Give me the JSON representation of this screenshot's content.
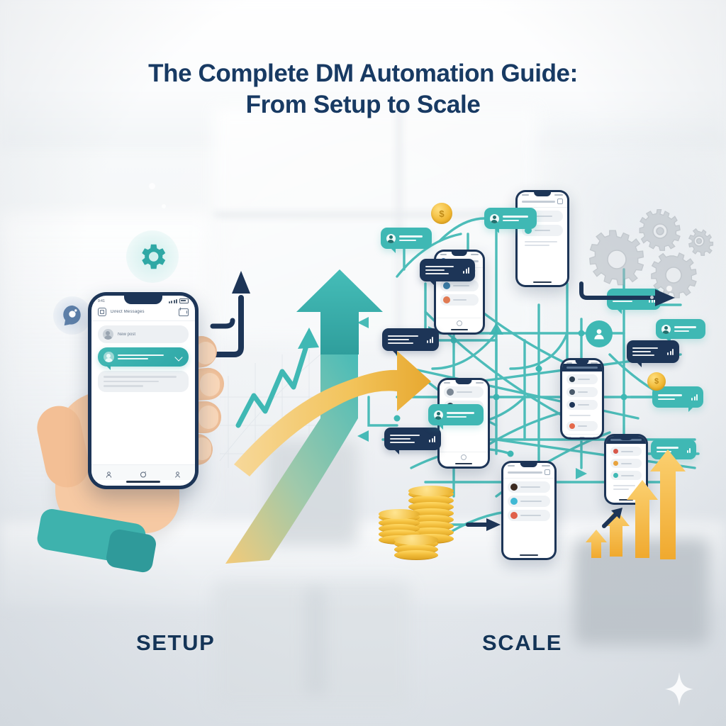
{
  "headline": {
    "line1": "The Complete DM Automation Guide:",
    "line2": "From Setup to Scale",
    "color": "#183a63"
  },
  "stage_labels": {
    "left": "SETUP",
    "right": "SCALE"
  },
  "palette": {
    "navy": "#1d3557",
    "headline_navy": "#183a63",
    "teal": "#3fb8b4",
    "teal_dark": "#2f9a9a",
    "gold": "#f0b631",
    "gold_light": "#ffd966",
    "gray_gear": "#a8b0b8",
    "skin": "#f6c9a3",
    "background": "#eef1f4"
  },
  "left_panel": {
    "name": "setup-stage",
    "gear_icon": "gear-icon",
    "chat_icon": "chat-bubble-icon",
    "phone": {
      "status_time": "9:41",
      "header_title": "Direct Messages",
      "header_icon": "messages-square-icon",
      "compose_icon": "envelope-icon",
      "rows": [
        {
          "type": "plain",
          "text": "New post"
        },
        {
          "type": "highlight",
          "text": "",
          "trailing_icon": "chevron-down-icon"
        },
        {
          "type": "skeleton",
          "text": ""
        }
      ],
      "tabs": [
        "profile-icon",
        "camera-icon",
        "contact-icon"
      ]
    }
  },
  "arrows": {
    "hook": {
      "name": "navy-hook-arrow",
      "color": "#1d3557"
    },
    "growth_line": {
      "name": "teal-zigzag-growth-line",
      "color": "#3fb8b4"
    },
    "big_up": {
      "name": "teal-up-arrow",
      "color": "#3fb8b4"
    },
    "curve_right": {
      "name": "gold-curved-arrow",
      "color": "#f0b631"
    },
    "bar_arrows": {
      "name": "ascending-gold-bar-arrows",
      "count": 4,
      "color": "#f5b942"
    },
    "pointer": {
      "name": "navy-small-arrow",
      "color": "#1d3557"
    }
  },
  "right_panel": {
    "name": "scale-stage",
    "network": {
      "name": "automation-connection-network",
      "color": "#3fb8b4"
    },
    "gears": {
      "name": "gears-cluster",
      "count": 5,
      "color": "#a8b0b8"
    },
    "sparkle": {
      "name": "sparkle-icon",
      "color": "#ffffff"
    },
    "phones": [
      {
        "name": "mini-phone-top-right",
        "variant": "conversation-list",
        "rows": 3
      },
      {
        "name": "mini-phone-upper-center",
        "variant": "profile-feed",
        "rows": 3
      },
      {
        "name": "mini-phone-mid-center",
        "variant": "conversation-list",
        "rows": 3
      },
      {
        "name": "mini-phone-mid-right",
        "variant": "dark-header-feed",
        "rows": 4
      },
      {
        "name": "mini-phone-bottom-center",
        "variant": "inbox-list",
        "rows": 3
      },
      {
        "name": "mini-phone-bottom-right",
        "variant": "analytics-list",
        "rows": 4
      }
    ],
    "bubbles": [
      {
        "name": "chat-bubble-teal-1",
        "color": "teal",
        "has_avatar": true,
        "has_chart": false
      },
      {
        "name": "chat-bubble-teal-2",
        "color": "teal",
        "has_avatar": true,
        "has_chart": false
      },
      {
        "name": "chat-bubble-navy-1",
        "color": "navy",
        "has_avatar": false,
        "has_chart": true
      },
      {
        "name": "chat-bubble-navy-2",
        "color": "navy",
        "has_avatar": false,
        "has_chart": true
      },
      {
        "name": "chat-bubble-navy-3",
        "color": "navy",
        "has_avatar": false,
        "has_chart": true
      },
      {
        "name": "chat-bubble-teal-3",
        "color": "teal",
        "has_avatar": false,
        "has_chart": true
      },
      {
        "name": "chat-bubble-teal-4",
        "color": "teal",
        "has_avatar": true,
        "has_chart": false
      },
      {
        "name": "chat-bubble-teal-5",
        "color": "teal",
        "has_avatar": false,
        "has_chart": true
      },
      {
        "name": "chat-bubble-navy-4",
        "color": "navy",
        "has_avatar": false,
        "has_chart": true
      },
      {
        "name": "chat-bubble-teal-6",
        "color": "teal",
        "has_avatar": false,
        "has_chart": true
      }
    ],
    "coins": [
      {
        "name": "coin-single-top",
        "symbol": "$"
      },
      {
        "name": "coin-single-right",
        "symbol": "$"
      },
      {
        "name": "coin-stack-group",
        "symbol": "$",
        "stacks": 3
      }
    ],
    "user_badge": {
      "name": "user-avatar-badge-icon",
      "color": "#3fb8b4"
    }
  }
}
